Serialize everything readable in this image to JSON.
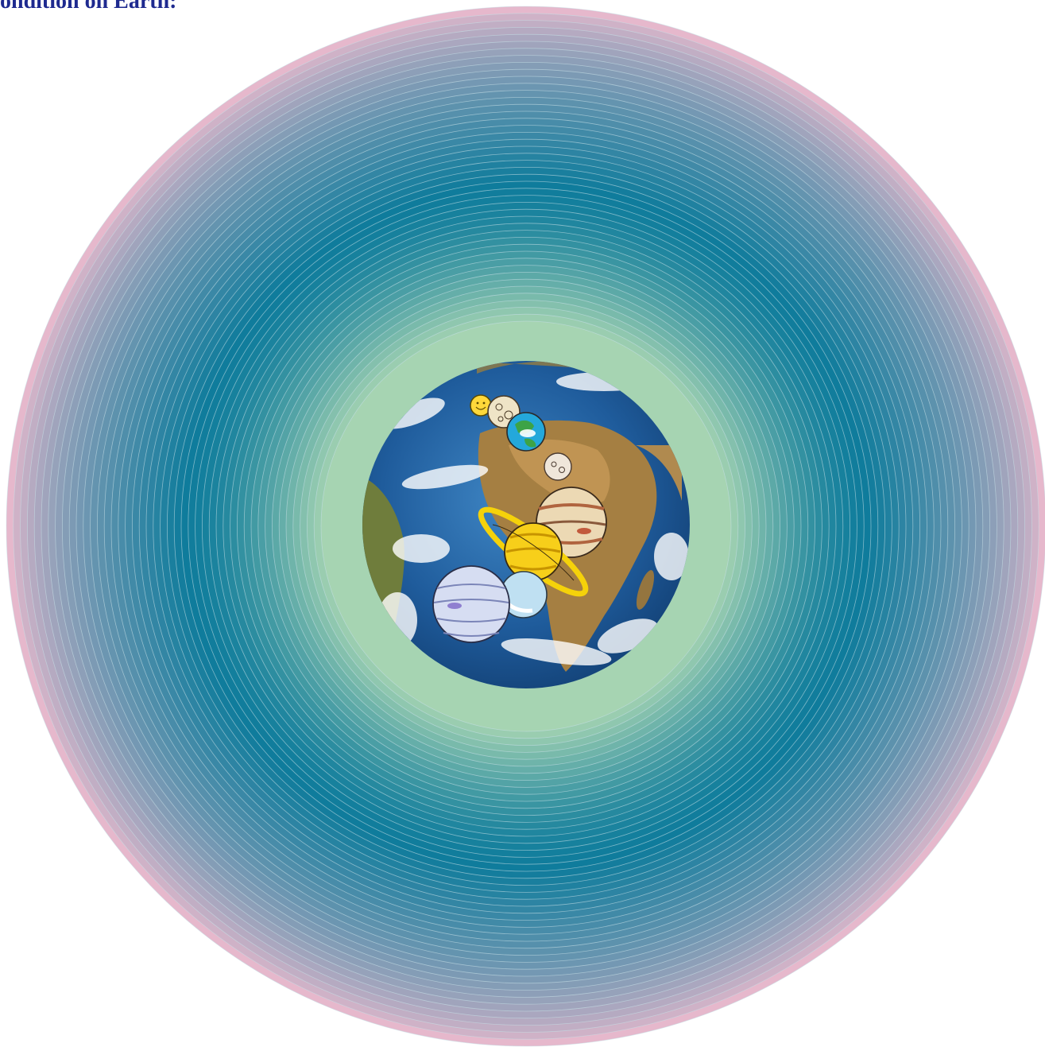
{
  "heading": "ondition on Earth:",
  "diagram": {
    "colors": {
      "outer_ring": "#e6b8cc",
      "middle_ring": "#0f7c9c",
      "inner_ring": "#a6d4b2",
      "ring_separator": "#c7dfe6"
    },
    "center_image": "earth-globe",
    "planets": [
      "sun",
      "mercury",
      "earth",
      "moon",
      "jupiter",
      "saturn",
      "uranus",
      "neptune"
    ]
  }
}
